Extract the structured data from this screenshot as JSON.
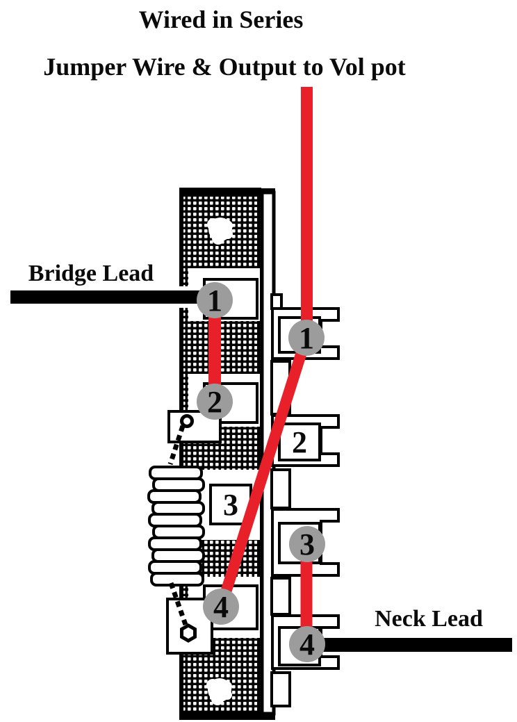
{
  "titles": {
    "line1": "Wired in Series",
    "line2": "Jumper Wire & Output to Vol pot"
  },
  "leads": {
    "bridge": "Bridge Lead",
    "neck": "Neck Lead"
  },
  "switch": {
    "left_terminals": [
      {
        "number": "1",
        "connector_dot": true
      },
      {
        "number": "2",
        "connector_dot": true
      },
      {
        "number": "3",
        "connector_dot": false
      },
      {
        "number": "4",
        "connector_dot": true
      }
    ],
    "right_terminals": [
      {
        "number": "1",
        "connector_dot": true
      },
      {
        "number": "2",
        "connector_dot": false
      },
      {
        "number": "3",
        "connector_dot": true
      },
      {
        "number": "4",
        "connector_dot": true
      }
    ]
  },
  "wires": {
    "red_jumpers": [
      {
        "from": "vol-pot-output",
        "to": "right-terminal-1"
      },
      {
        "from": "left-terminal-1",
        "to": "left-terminal-2"
      },
      {
        "from": "right-terminal-1",
        "to": "left-terminal-4"
      },
      {
        "from": "right-terminal-3",
        "to": "right-terminal-4"
      }
    ]
  },
  "colors": {
    "wire_red": "#e8202a",
    "connector_gray": "#9c9c9c",
    "lead_black": "#000000"
  }
}
